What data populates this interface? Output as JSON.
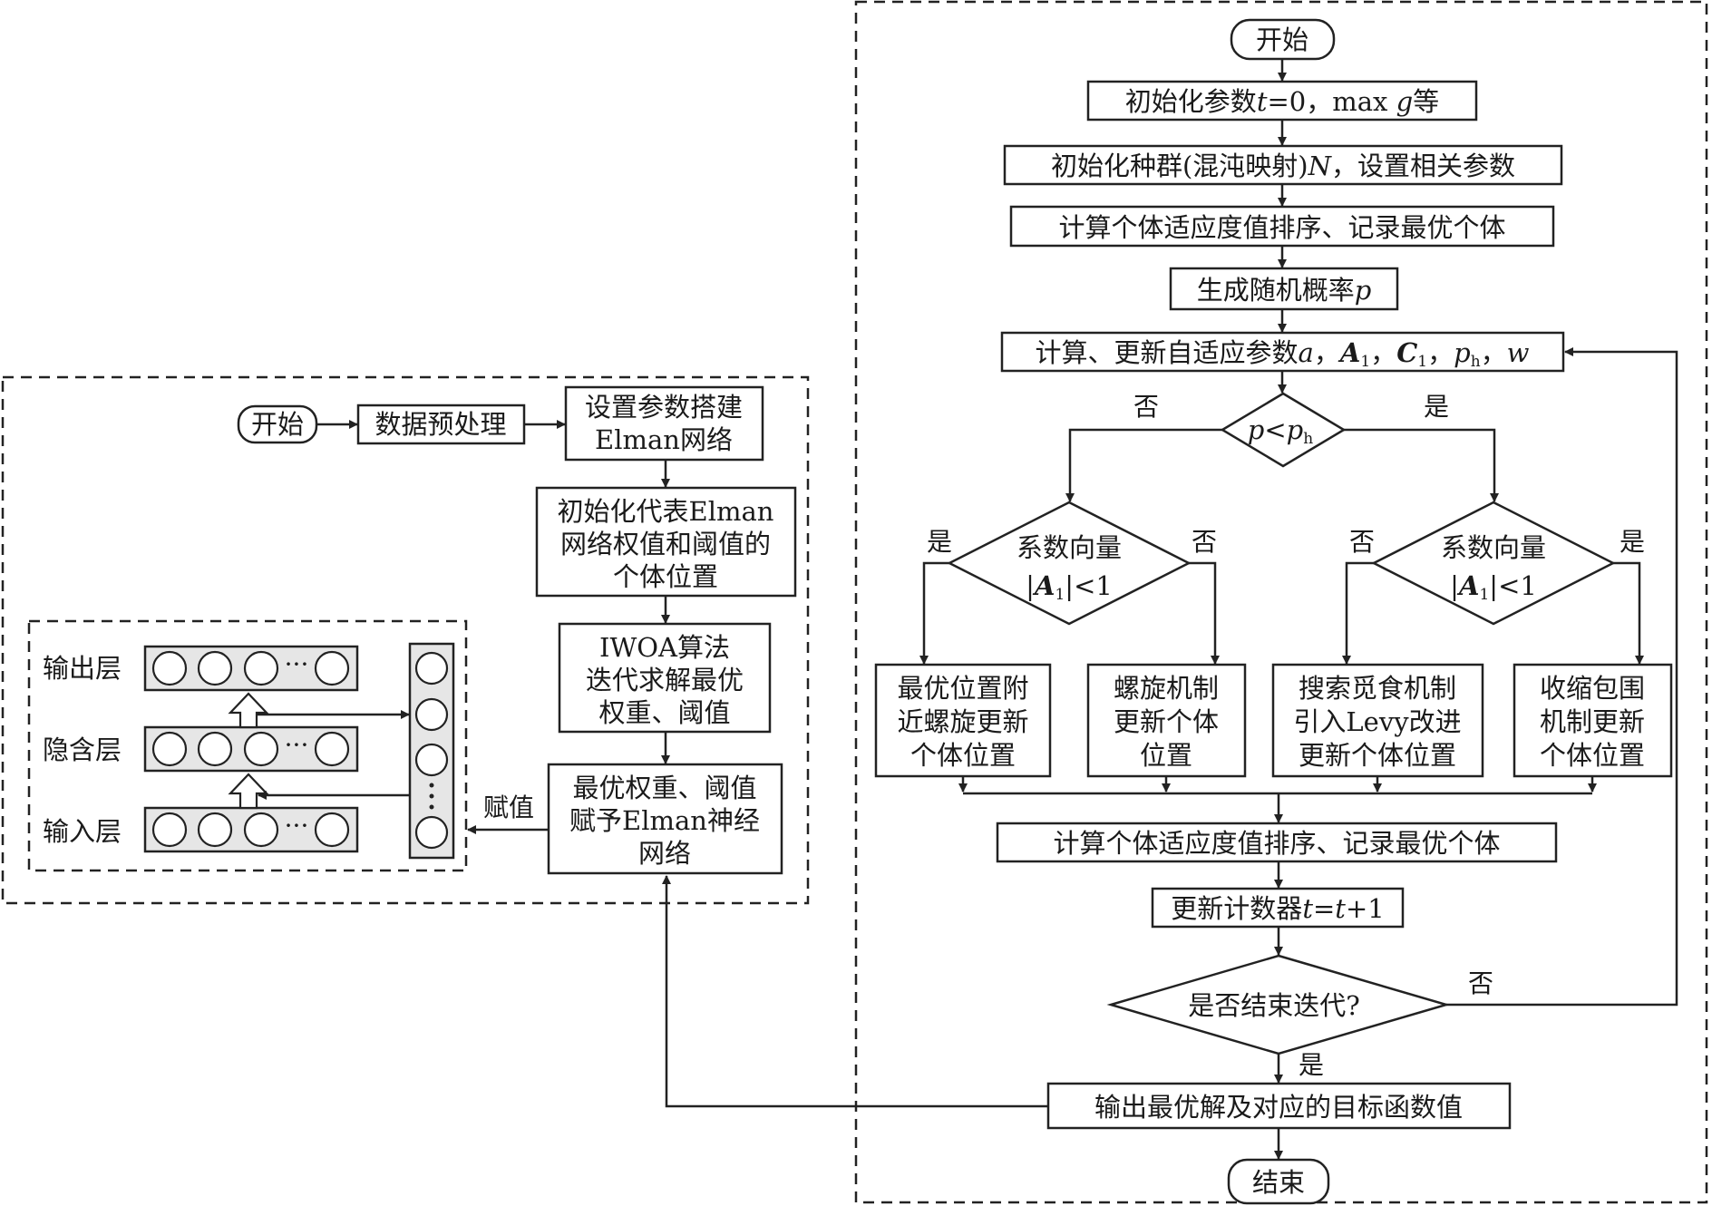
{
  "left_panel": {
    "start": "开始",
    "preprocess": "数据预处理",
    "build_net": [
      "设置参数搭建",
      "Elman网络"
    ],
    "init_positions": [
      "初始化代表Elman",
      "网络权值和阈值的",
      "个体位置"
    ],
    "iwoa_solve": [
      "IWOA算法",
      "迭代求解最优",
      "权重、阈值"
    ],
    "assign_best": [
      "最优权重、阈值",
      "赋予Elman神经",
      "网络"
    ],
    "assign_label": "赋值",
    "network": {
      "output_layer": "输出层",
      "hidden_layer": "隐含层",
      "input_layer": "输入层",
      "ellipsis": "···",
      "vertical_ellipsis": "⋮"
    }
  },
  "right_panel": {
    "start": "开始",
    "init_params": {
      "prefix": "初始化参数",
      "var_t": "t",
      "mid": "=0，max ",
      "var_g": "g",
      "suffix": "等"
    },
    "init_population": {
      "prefix": "初始化种群(混沌映射)",
      "var_N": "N",
      "suffix": "，设置相关参数"
    },
    "compute_fitness": "计算个体适应度值排序、记录最优个体",
    "gen_prob": {
      "prefix": "生成随机概率",
      "var_p": "p"
    },
    "update_params": {
      "prefix": "计算、更新自适应参数",
      "a": "a",
      "A": "A",
      "A_sub": "1",
      "C": "C",
      "C_sub": "1",
      "p": "p",
      "p_sub": "h",
      "w": "w",
      "sep": "，"
    },
    "decision_p": {
      "p": "p",
      "lt": "<",
      "ph": "p",
      "ph_sub": "h"
    },
    "decision_coef": {
      "line1": "系数向量",
      "bar": "|",
      "A": "A",
      "A_sub": "1",
      "rest": "|<1"
    },
    "yes": "是",
    "no": "否",
    "spiral_near_best": [
      "最优位置附",
      "近螺旋更新",
      "个体位置"
    ],
    "spiral_update": [
      "螺旋机制",
      "更新个体",
      "位置"
    ],
    "search_levy": [
      "搜索觅食机制",
      "引入Levy改进",
      "更新个体位置"
    ],
    "shrink_encircle": [
      "收缩包围",
      "机制更新",
      "个体位置"
    ],
    "compute_fitness_2": "计算个体适应度值排序、记录最优个体",
    "update_counter": {
      "prefix": "更新计数器",
      "t1": "t",
      "eq": "=",
      "t2": "t",
      "suffix": "+1"
    },
    "end_iteration": "是否结束迭代?",
    "output_best": "输出最优解及对应的目标函数值",
    "end": "结束"
  }
}
